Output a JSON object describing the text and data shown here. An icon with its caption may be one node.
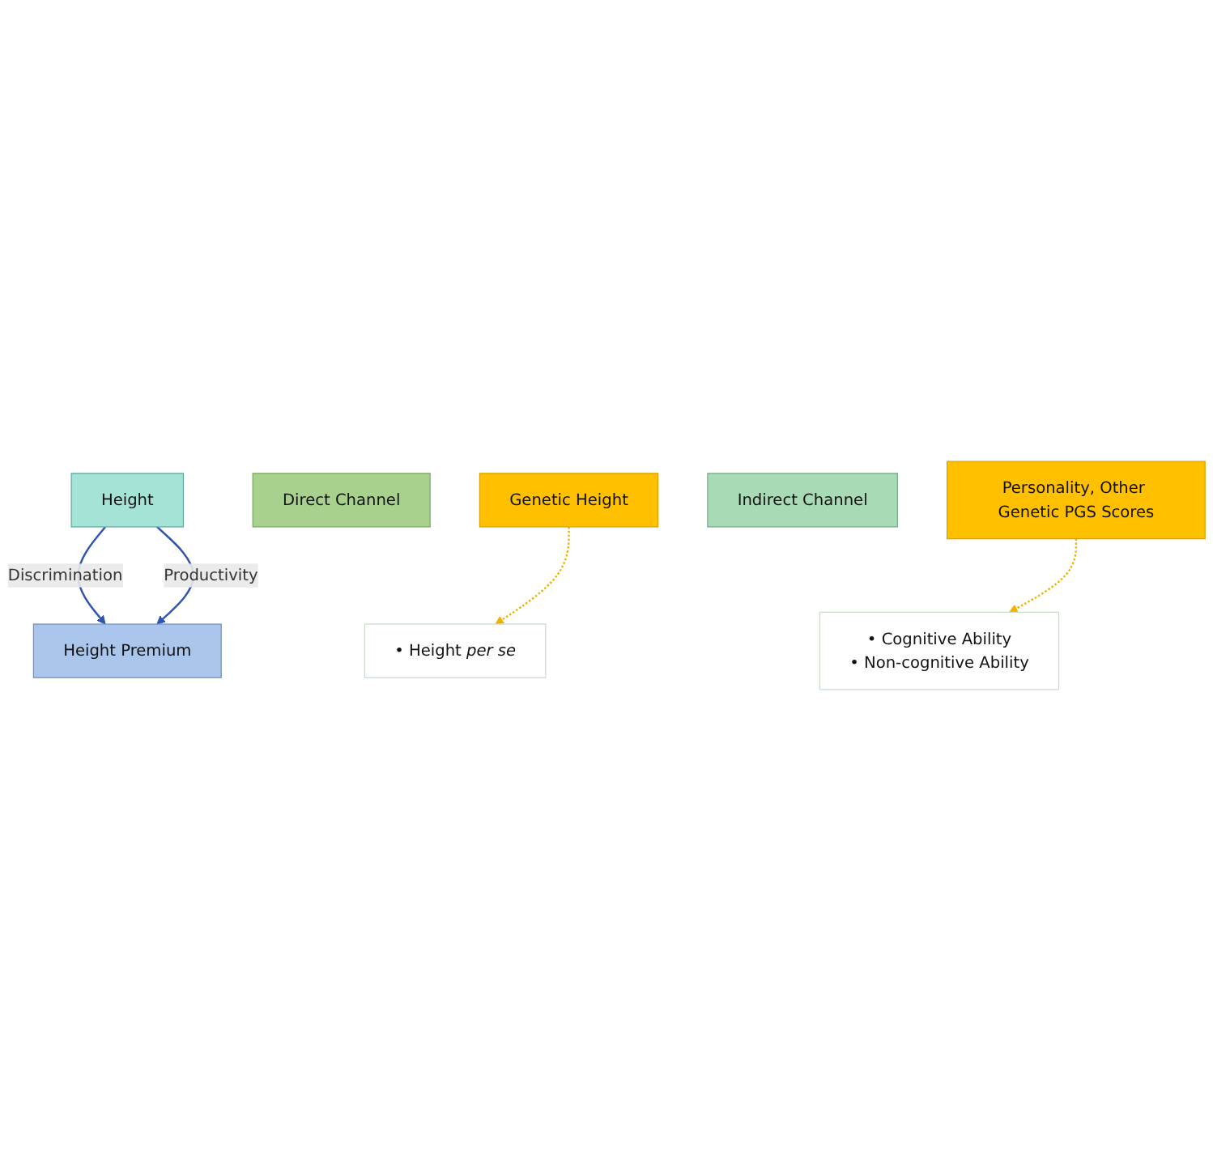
{
  "diagram": {
    "nodes": [
      {
        "text": [
          "Height"
        ]
      },
      {
        "text": [
          "Height Premium"
        ]
      },
      {
        "text": [
          "Direct Channel"
        ]
      },
      {
        "text": [
          "• Height *per se*"
        ]
      },
      {
        "text": [
          "Indirect Channel"
        ]
      },
      {
        "text": [
          "• Cognitive Ability",
          "• Non-cognitive Ability"
        ]
      },
      {
        "text": [
          "Genetic Height"
        ]
      },
      {
        "text": [
          "Personality, Other Genetic PGS Scores"
        ]
      }
    ],
    "edges": [
      {
        "from": 0,
        "to": 1,
        "arrow": "to",
        "label": "Discrimination",
        "color": "#2f55b0"
      },
      {
        "from": 0,
        "to": 1,
        "arrow": "to",
        "label": "Productivity",
        "color": "#2f55b0"
      },
      {
        "from": 6,
        "to": 3,
        "arrow": "to",
        "style": "dashed",
        "color": "#f0b400"
      },
      {
        "from": 7,
        "to": 5,
        "arrow": "to",
        "style": "dashed",
        "color": "#f0b400"
      }
    ]
  }
}
